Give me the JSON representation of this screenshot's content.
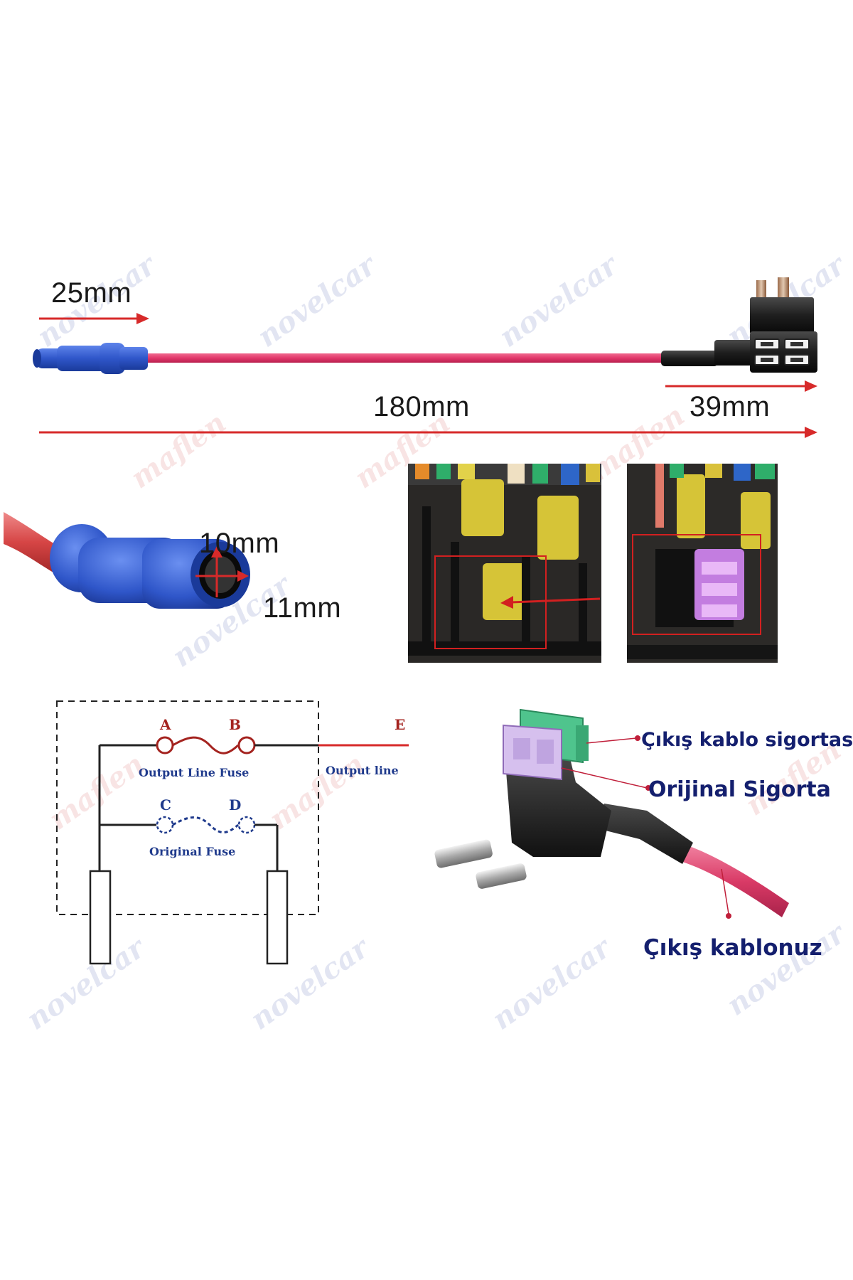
{
  "dimensions": {
    "connector_length": "25mm",
    "total_length": "180mm",
    "holder_length": "39mm",
    "outer_diameter": "10mm",
    "inner_diameter": "11mm"
  },
  "schematic": {
    "point_a": "A",
    "point_b": "B",
    "point_c": "C",
    "point_d": "D",
    "point_e": "E",
    "output_line_fuse": "Output Line Fuse",
    "output_line": "Output line",
    "original_fuse": "Original Fuse"
  },
  "callouts": {
    "output_cable_fuse": "Çıkış kablo sigortası",
    "original_fuse": "Orijinal Sigorta",
    "output_cable": "Çıkış kablonuz"
  },
  "watermarks": {
    "text_a": "novelcar",
    "text_b": "maflen"
  },
  "colors": {
    "wire": "#e2386b",
    "arrow": "#d72a2a",
    "connector": "#2f56c9",
    "label_blue": "#141f6e"
  }
}
